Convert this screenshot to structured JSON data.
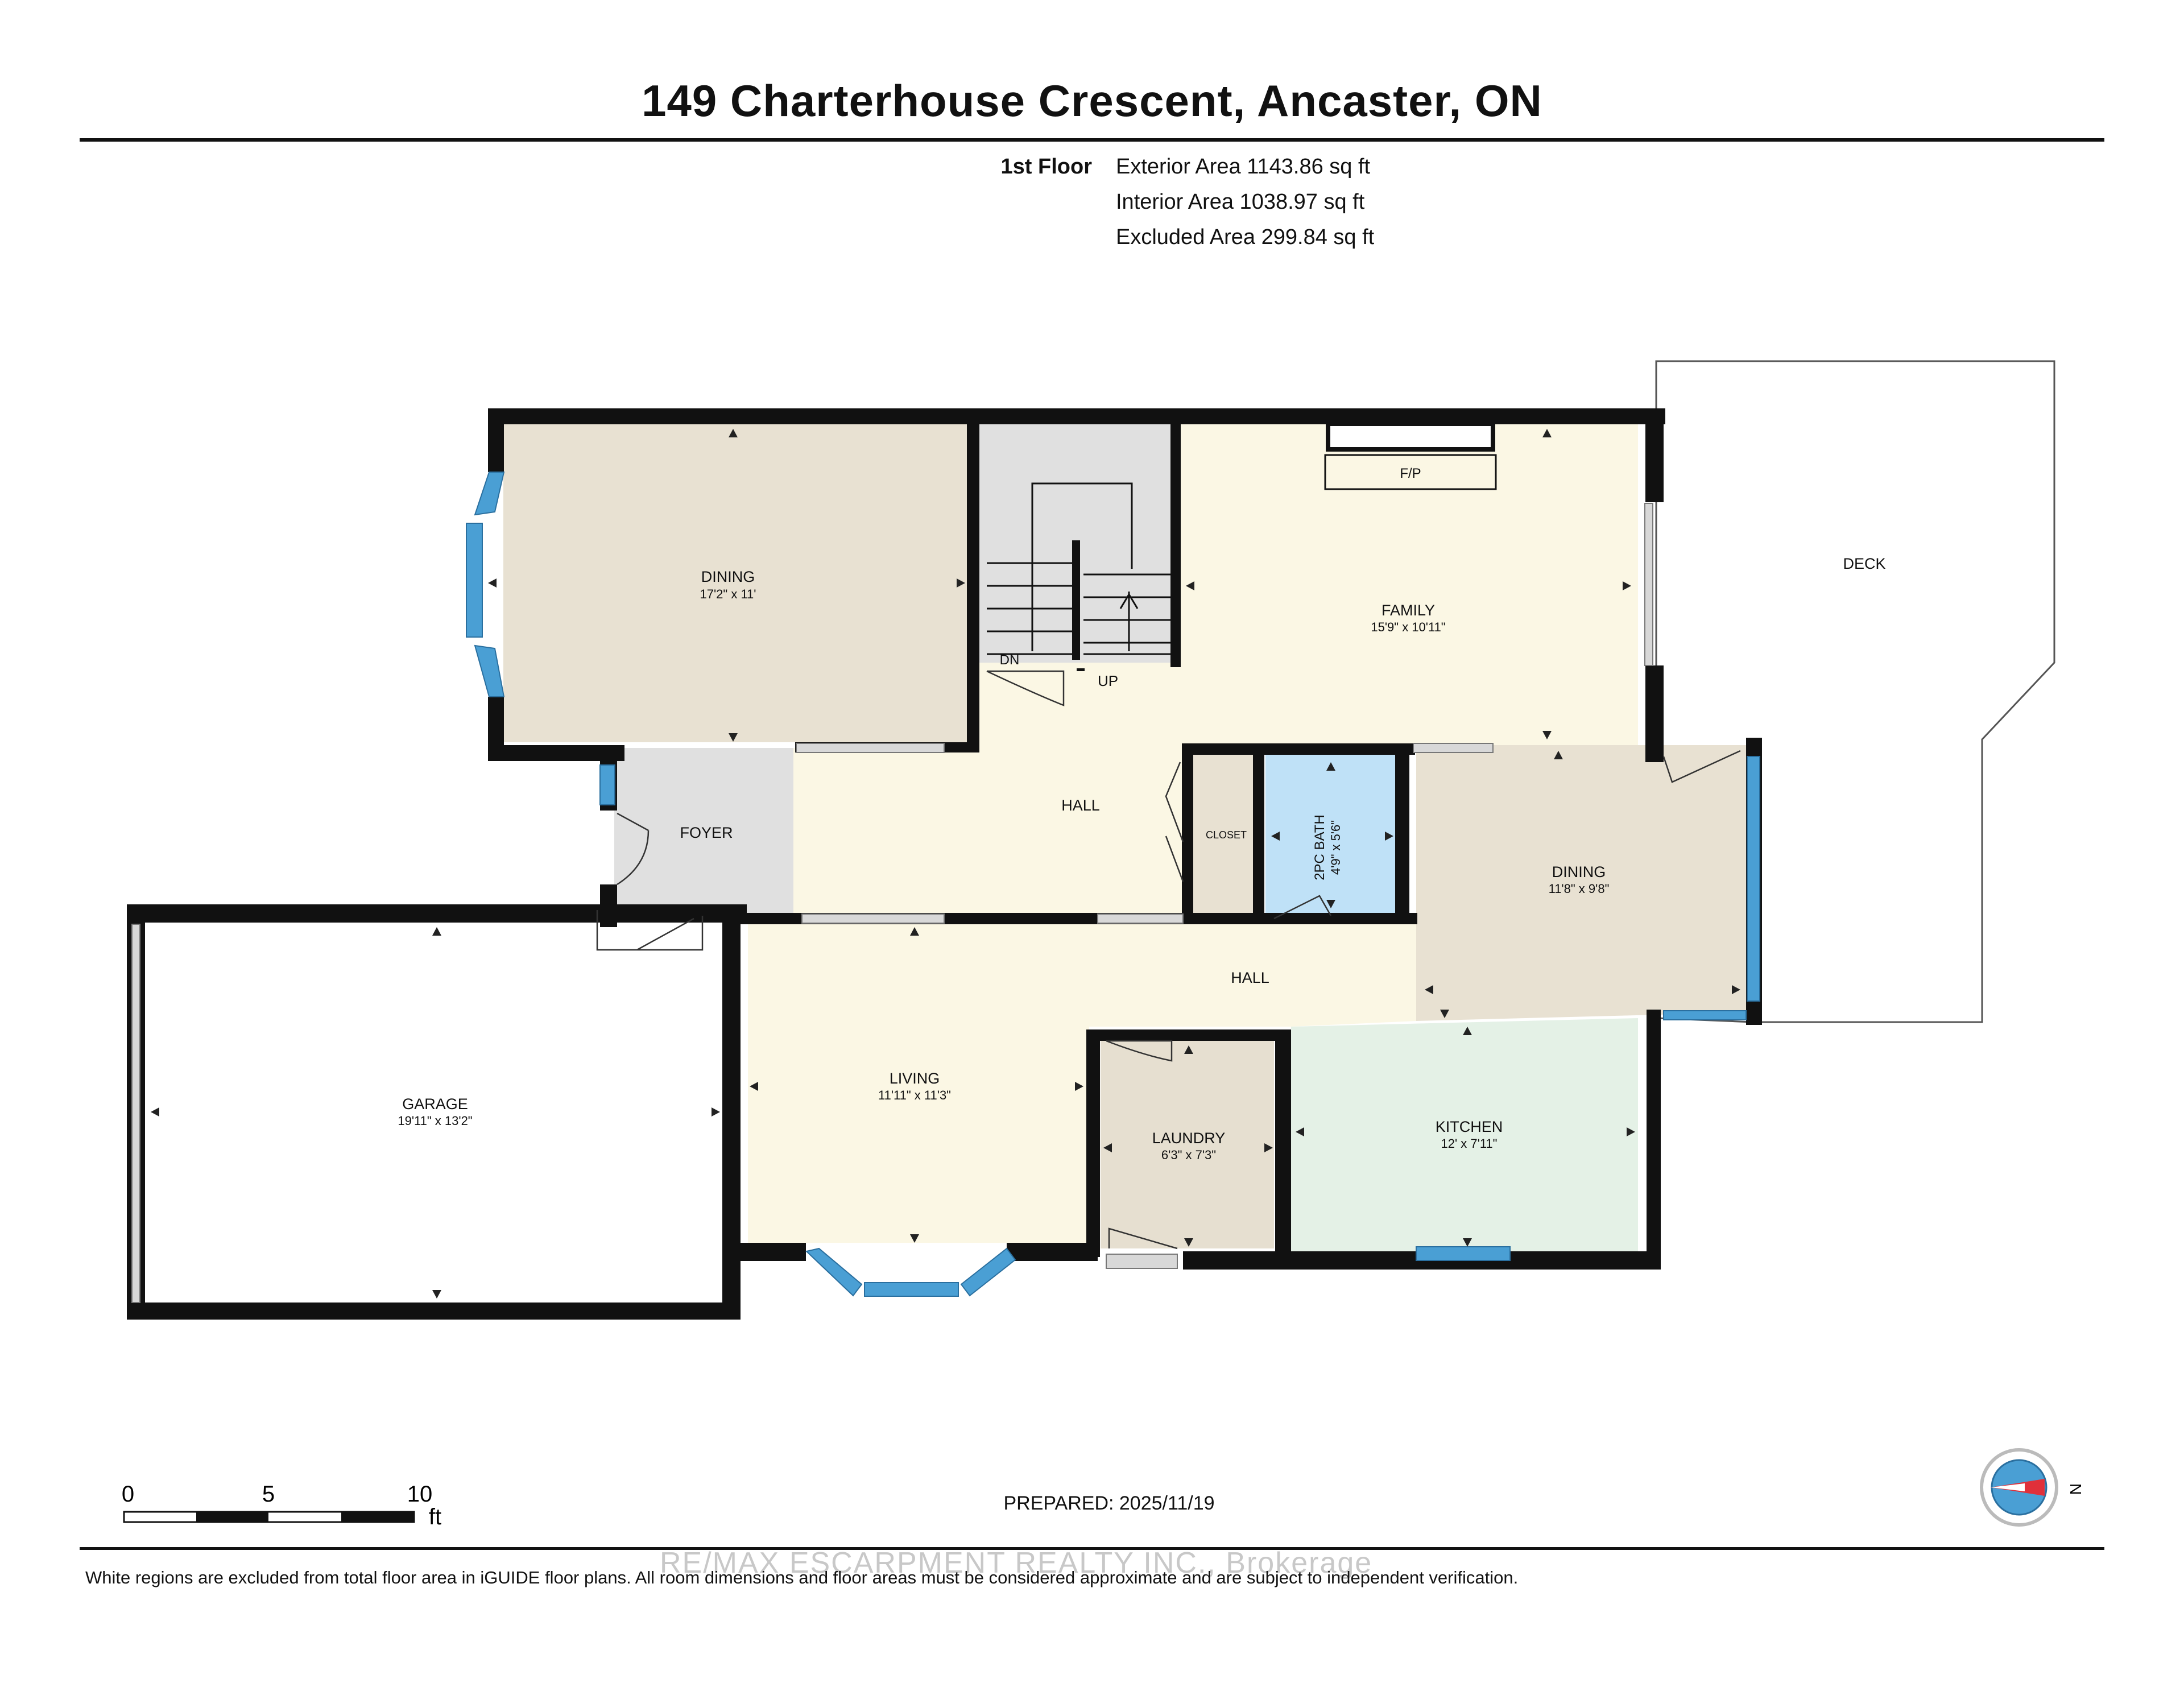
{
  "header": {
    "title": "149 Charterhouse Crescent, Ancaster, ON"
  },
  "floor": {
    "label": "1st Floor",
    "areas": [
      "Exterior Area 1143.86 sq ft",
      "Interior Area 1038.97 sq ft",
      "Excluded Area 299.84 sq ft"
    ]
  },
  "rooms": {
    "dining_main": {
      "name": "DINING",
      "dims": "17'2\" x 11'"
    },
    "family": {
      "name": "FAMILY",
      "dims": "15'9\" x 10'11\""
    },
    "deck": {
      "name": "DECK"
    },
    "fp": {
      "name": "F/P"
    },
    "dn": {
      "name": "DN"
    },
    "up": {
      "name": "UP"
    },
    "foyer": {
      "name": "FOYER"
    },
    "hall_upper": {
      "name": "HALL"
    },
    "closet": {
      "name": "CLOSET"
    },
    "bath": {
      "name": "2PC BATH",
      "dims": "4'9\" x 5'6\""
    },
    "dining_small": {
      "name": "DINING",
      "dims": "11'8\" x 9'8\""
    },
    "hall_lower": {
      "name": "HALL"
    },
    "garage": {
      "name": "GARAGE",
      "dims": "19'11\" x 13'2\""
    },
    "living": {
      "name": "LIVING",
      "dims": "11'11\" x 11'3\""
    },
    "laundry": {
      "name": "LAUNDRY",
      "dims": "6'3\" x 7'3\""
    },
    "kitchen": {
      "name": "KITCHEN",
      "dims": "12' x 7'11\""
    }
  },
  "scale_bar": {
    "ticks": [
      "0",
      "5",
      "10"
    ],
    "unit": "ft"
  },
  "compass": {
    "label": "N"
  },
  "prepared": "PREPARED: 2025/11/19",
  "watermark": "RE/MAX ESCARPMENT REALTY INC., Brokerage",
  "footnote": "White regions are excluded from total floor area in iGUIDE floor plans. All room dimensions and floor areas must be considered approximate and are subject to independent verification.",
  "colors": {
    "wall": "#111111",
    "window": "#4a9fd4",
    "dining": "#e8e1d2",
    "family_hall": "#fbf7e4",
    "foyer_stairs": "#e0e0e0",
    "bath": "#bfe1f7",
    "kitchen": "#e4f1e6",
    "laundry": "#e6dfd0",
    "compass_red": "#e0303a"
  }
}
